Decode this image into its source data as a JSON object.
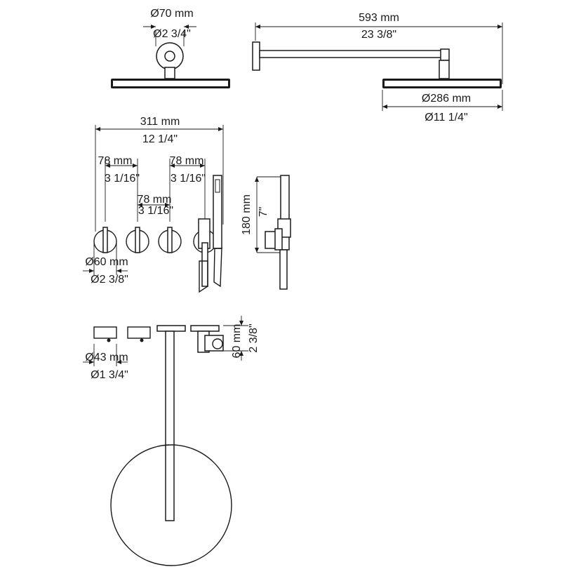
{
  "top_left": {
    "dia_mm": "Ø70 mm",
    "dia_in": "Ø2 3/4\""
  },
  "top_right": {
    "length_mm": "593 mm",
    "length_in": "23 3/8\"",
    "head_mm": "Ø286 mm",
    "head_in": "Ø11 1/4\""
  },
  "valves": {
    "total_mm": "311 mm",
    "total_in": "12 1/4\"",
    "spacing1_mm": "78 mm",
    "spacing1_in": "3 1/16\"",
    "spacing2_mm": "78 mm",
    "spacing2_in": "3 1/16\"",
    "spacing3_mm": "78 mm",
    "spacing3_in": "3 1/16\"",
    "knob_mm": "Ø60 mm",
    "knob_in": "Ø2 3/8\""
  },
  "side": {
    "height_mm": "180 mm",
    "height_in": "7\""
  },
  "plan": {
    "depth_mm": "60 mm",
    "depth_in": "2 3/8\"",
    "dia_mm": "Ø43 mm",
    "dia_in": "Ø1 3/4\""
  }
}
